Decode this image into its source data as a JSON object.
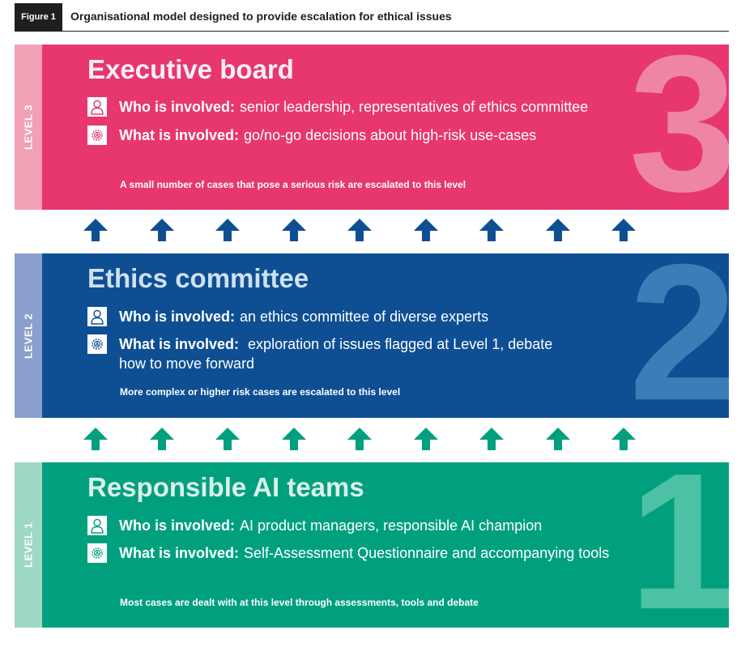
{
  "figure": {
    "label": "Figure 1",
    "title": "Organisational model designed to provide escalation for ethical issues"
  },
  "levels": [
    {
      "side_label": "LEVEL 3",
      "number": "3",
      "title": "Executive board",
      "who_label": "Who is involved:",
      "who_text": "senior leadership, representatives of ethics committee",
      "what_label": "What is involved:",
      "what_text": "go/no-go decisions about high-risk use-cases",
      "note": "A small number of cases that pose a serious risk are escalated to this level",
      "icon_color": "#e8366f"
    },
    {
      "side_label": "LEVEL 2",
      "number": "2",
      "title": "Ethics committee",
      "who_label": "Who is involved:",
      "who_text": "an ethics committee of diverse experts",
      "what_label": "What is involved:",
      "what_text": "exploration of issues flagged at Level 1, debate how to move forward",
      "note": "More complex or higher risk cases are escalated to this level",
      "icon_color": "#0e4f94"
    },
    {
      "side_label": "LEVEL 1",
      "number": "1",
      "title": "Responsible AI teams",
      "who_label": "Who is involved:",
      "who_text": "AI product managers, responsible AI champion",
      "what_label": "What is involved:",
      "what_text": "Self-Assessment Questionnaire and accompanying tools",
      "note": "Most cases are dealt with at this level through assessments, tools and debate",
      "icon_color": "#00a07f"
    }
  ],
  "arrow_rows": [
    {
      "color": "#0e4f94",
      "count": 9
    },
    {
      "color": "#00a07f",
      "count": 9
    }
  ],
  "icons": [
    "person-icon",
    "gear-icon"
  ]
}
